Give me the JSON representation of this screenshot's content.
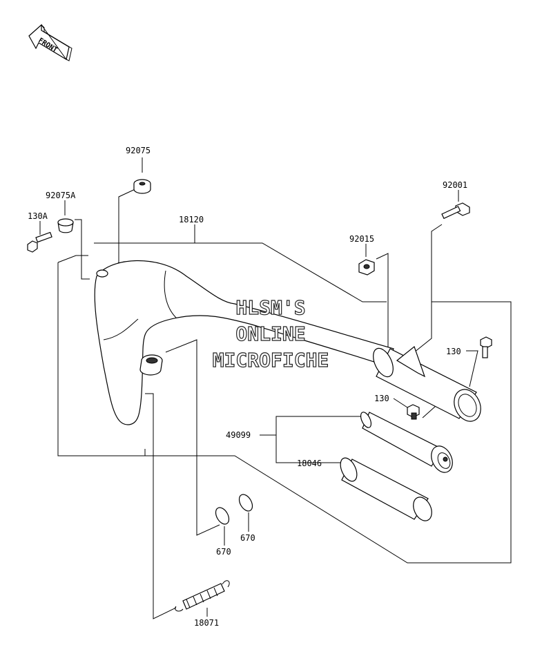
{
  "front_arrow": {
    "text": "FRONT"
  },
  "watermark": {
    "line1": "HLSM'S",
    "line2": "ONLINE",
    "line3": "MICROFICHE"
  },
  "labels": {
    "p92075": "92075",
    "p92075A": "92075A",
    "p130A": "130A",
    "p18120": "18120",
    "p92001": "92001",
    "p92015": "92015",
    "p130_upper": "130",
    "p130_lower": "130",
    "p49099": "49099",
    "p18046": "18046",
    "p670_left": "670",
    "p670_right": "670",
    "p18071": "18071"
  }
}
